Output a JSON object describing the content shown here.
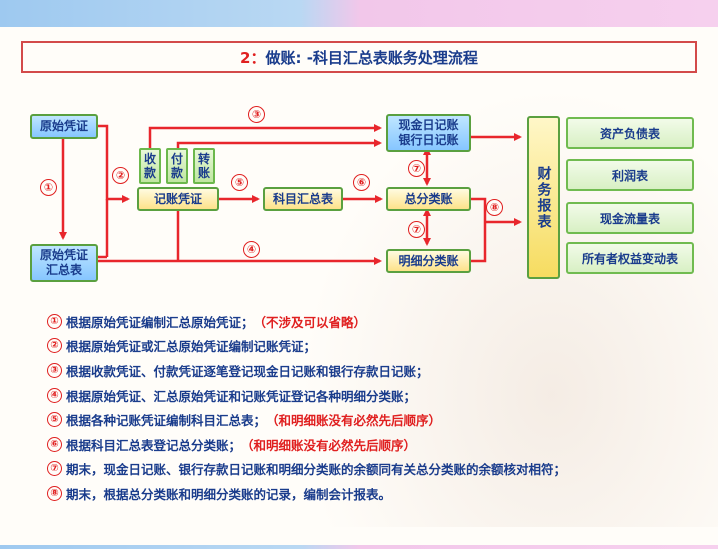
{
  "title": {
    "number": "2：",
    "text": "做账: -科目汇总表账务处理流程"
  },
  "boxes": {
    "source": "原始凭证",
    "source_summary_l1": "原始凭证",
    "source_summary_l2": "汇总表",
    "receipt_l1": "收",
    "receipt_l2": "款",
    "payment_l1": "付",
    "payment_l2": "款",
    "transfer_l1": "转",
    "transfer_l2": "账",
    "voucher": "记账凭证",
    "subject_summary": "科目汇总表",
    "journal_l1": "现金日记账",
    "journal_l2": "银行日记账",
    "general_ledger": "总分类账",
    "detail_ledger": "明细分类账",
    "finance_report": "财务报表"
  },
  "outputs": [
    "资产负债表",
    "利润表",
    "现金流量表",
    "所有者权益变动表"
  ],
  "step_marks": [
    "①",
    "②",
    "③",
    "④",
    "⑤",
    "⑥",
    "⑦",
    "⑧"
  ],
  "notes": [
    {
      "num": "①",
      "text": "根据原始凭证编制汇总原始凭证；",
      "remark": "（不涉及可以省略）"
    },
    {
      "num": "②",
      "text": "根据原始凭证或汇总原始凭证编制记账凭证；",
      "remark": ""
    },
    {
      "num": "③",
      "text": "根据收款凭证、付款凭证逐笔登记现金日记账和银行存款日记账；",
      "remark": ""
    },
    {
      "num": "④",
      "text": "根据原始凭证、汇总原始凭证和记账凭证登记各种明细分类账；",
      "remark": ""
    },
    {
      "num": "⑤",
      "text": "根据各种记账凭证编制科目汇总表；",
      "remark": "（和明细账没有必然先后顺序）"
    },
    {
      "num": "⑥",
      "text": "根据科目汇总表登记总分类账；",
      "remark": "（和明细账没有必然先后顺序）"
    },
    {
      "num": "⑦",
      "text": "期末，现金日记账、银行存款日记账和明细分类账的余额同有关总分类账的余额核对相符；",
      "remark": ""
    },
    {
      "num": "⑧",
      "text": "期末，根据总分类账和明细分类账的记录，编制会计报表。",
      "remark": ""
    }
  ],
  "colors": {
    "arrow": "#e8262c",
    "box_border": "#5aa040",
    "text": "#1a3c8c",
    "accent": "#e02020"
  }
}
